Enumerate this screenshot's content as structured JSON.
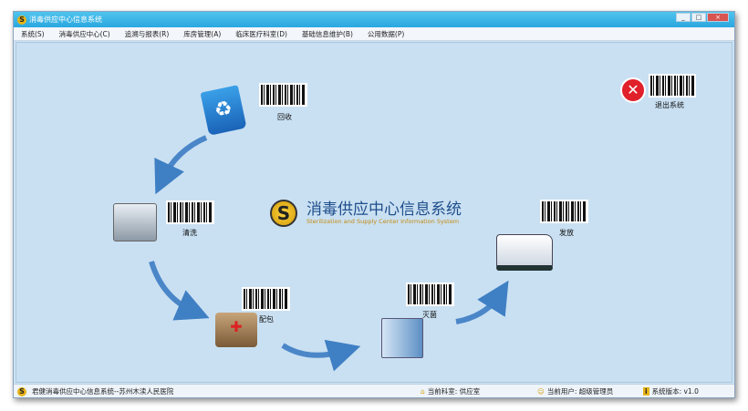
{
  "window": {
    "title": "消毒供应中心信息系统",
    "controls": [
      "_",
      "□",
      "×"
    ]
  },
  "menu": [
    "系统(S)",
    "消毒供应中心(C)",
    "追溯与报表(R)",
    "库房管理(A)",
    "临床医疗科室(D)",
    "基础信息维护(B)",
    "公用数据(P)"
  ],
  "logo": {
    "title": "消毒供应中心信息系统",
    "subtitle": "Sterilization and Supply Center Information System"
  },
  "steps": {
    "recycle": "回收",
    "wash": "清洗",
    "pack": "配包",
    "sterilize": "灭菌",
    "dispatch": "发放",
    "exit": "退出系统"
  },
  "status": {
    "app": "君健消毒供应中心信息系统--苏州木渎人民医院",
    "dept": "当前科室: 供应室",
    "user": "当前用户: 超级管理员",
    "version": "系统版本: v1.0"
  }
}
